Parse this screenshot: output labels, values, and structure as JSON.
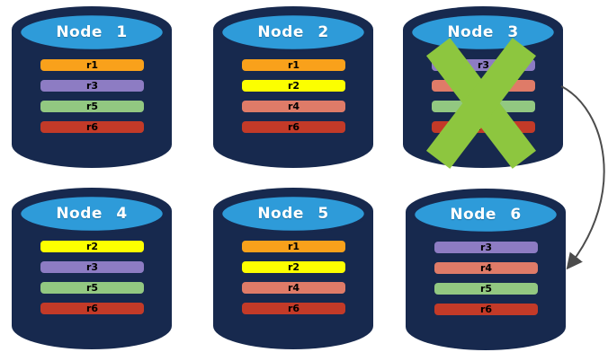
{
  "diagram": {
    "description": "Replicated database nodes with partition copies; Node 3 failed, recovery arrow points to Node 6",
    "colors": {
      "cylinder_body": "#17294E",
      "cylinder_top": "#2E9BD9",
      "failure_x": "#8DC63F",
      "arrow": "#4C4C4C",
      "background": "#FFFFFF"
    },
    "arrow": {
      "from": "Node 3",
      "to": "Node 6"
    },
    "nodes": [
      {
        "label": "Node 1",
        "status": "ok",
        "partitions": [
          {
            "name": "r1",
            "color": "#F9A11B"
          },
          {
            "name": "r3",
            "color": "#8D7CC3"
          },
          {
            "name": "r5",
            "color": "#92C881"
          },
          {
            "name": "r6",
            "color": "#C33A28"
          }
        ]
      },
      {
        "label": "Node 2",
        "status": "ok",
        "partitions": [
          {
            "name": "r1",
            "color": "#F9A11B"
          },
          {
            "name": "r2",
            "color": "#FCFF00"
          },
          {
            "name": "r4",
            "color": "#DF7B68"
          },
          {
            "name": "r6",
            "color": "#C33A28"
          }
        ]
      },
      {
        "label": "Node 3",
        "status": "failed",
        "partitions": [
          {
            "name": "r3",
            "color": "#8D7CC3"
          },
          {
            "name": "r4",
            "color": "#DF7B68"
          },
          {
            "name": "r5",
            "color": "#92C881"
          },
          {
            "name": "r6",
            "color": "#C33A28"
          }
        ]
      },
      {
        "label": "Node 4",
        "status": "ok",
        "partitions": [
          {
            "name": "r2",
            "color": "#FCFF00"
          },
          {
            "name": "r3",
            "color": "#8D7CC3"
          },
          {
            "name": "r5",
            "color": "#92C881"
          },
          {
            "name": "r6",
            "color": "#C33A28"
          }
        ]
      },
      {
        "label": "Node 5",
        "status": "ok",
        "partitions": [
          {
            "name": "r1",
            "color": "#F9A11B"
          },
          {
            "name": "r2",
            "color": "#FCFF00"
          },
          {
            "name": "r4",
            "color": "#DF7B68"
          },
          {
            "name": "r6",
            "color": "#C33A28"
          }
        ]
      },
      {
        "label": "Node 6",
        "status": "ok",
        "partitions": [
          {
            "name": "r3",
            "color": "#8D7CC3"
          },
          {
            "name": "r4",
            "color": "#DF7B68"
          },
          {
            "name": "r5",
            "color": "#92C881"
          },
          {
            "name": "r6",
            "color": "#C33A28"
          }
        ]
      }
    ]
  }
}
